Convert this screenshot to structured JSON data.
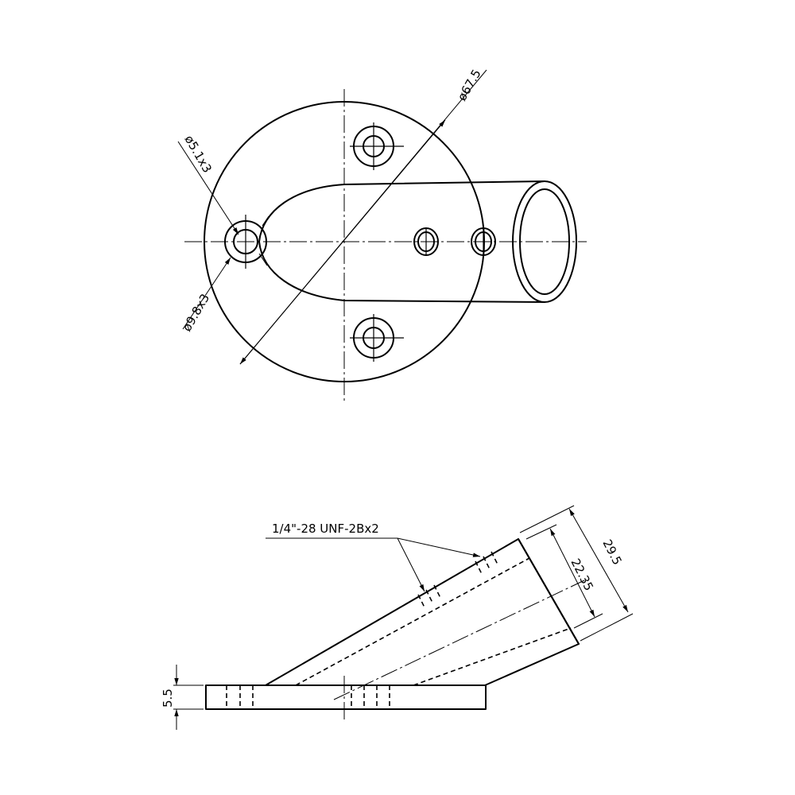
{
  "top_view": {
    "base_diameter": "ø67.5",
    "small_hole": "ø5.1x3",
    "counterbore": "ø9.8x3"
  },
  "side_view": {
    "thread_callout": "1/4\"-28 UNF-2Bx2",
    "tube_inner": "22.35",
    "tube_outer": "29.5",
    "plate_thickness": "5.5"
  }
}
